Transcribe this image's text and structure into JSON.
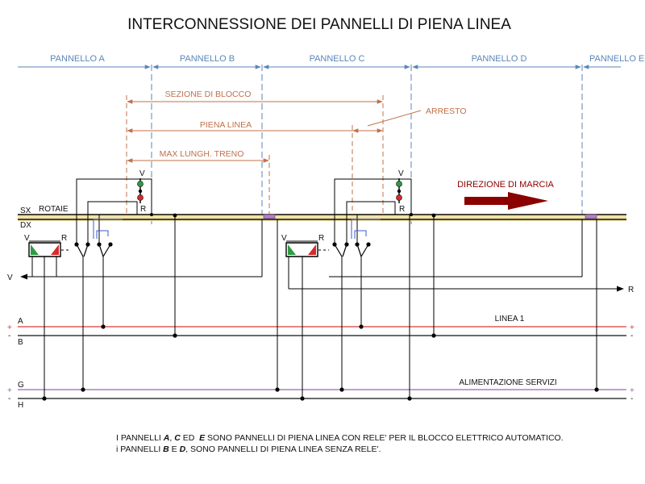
{
  "title": "INTERCONNESSIONE DEI PANNELLI DI PIENA LINEA",
  "panels": [
    "PANNELLO A",
    "PANNELLO B",
    "PANNELLO C",
    "PANNELLO D",
    "PANNELLO E"
  ],
  "dimensions": {
    "block_section": "SEZIONE DI BLOCCO",
    "full_line": "PIENA LINEA",
    "max_train_length": "MAX LUNGH. TRENO",
    "stop": "ARRESTO"
  },
  "direction_label": "DIREZIONE DI MARCIA",
  "rails": {
    "label": "ROTAIE",
    "sx": "SX",
    "dx": "DX"
  },
  "signal_letters": {
    "green": "V",
    "red": "R"
  },
  "buses": {
    "A": "A",
    "B": "B",
    "G": "G",
    "H": "H",
    "plus": "+",
    "minus": "-",
    "line1": "LINEA 1",
    "services": "ALIMENTAZIONE SERVIZI"
  },
  "outputs": {
    "left": "V",
    "right": "R"
  },
  "footnote": {
    "line1_start": "I PANNELLI ",
    "line1_a": "A",
    "line1_sep": ", ",
    "line1_c": "C",
    "line1_ed": " ED  ",
    "line1_e": "E",
    "line1_end": " SONO PANNELLI DI PIENA LINEA CON RELE' PER IL BLOCCO ELETTRICO AUTOMATICO.",
    "line2_start": "i PANNELLI ",
    "line2_b": "B",
    "line2_mid": " E ",
    "line2_d": "D",
    "line2_end": ", SONO PANNELLI DI PIENA LINEA SENZA RELE'."
  },
  "colors": {
    "panel_blue": "#5b86b8",
    "dimension_orange": "#c0704a",
    "arrow_red": "#8b0000",
    "rail_yellow": "#efe2a6",
    "line1_red": "#d63b3b",
    "services_purple": "#a060b0",
    "signal_green": "#2e9b43",
    "signal_red": "#d62b2b"
  }
}
